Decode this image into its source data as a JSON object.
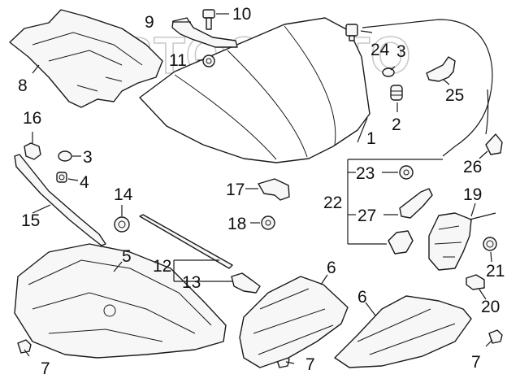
{
  "watermark": "АВТОЗАВТО",
  "callouts": [
    "1",
    "2",
    "3",
    "4",
    "5",
    "6",
    "7",
    "8",
    "9",
    "10",
    "11",
    "12",
    "13",
    "14",
    "15",
    "16",
    "17",
    "18",
    "19",
    "20",
    "21",
    "22",
    "23",
    "24",
    "25",
    "26",
    "27"
  ],
  "colors": {
    "line": "#1a1a1a",
    "background": "#ffffff",
    "watermark": "#c9c9c9"
  }
}
